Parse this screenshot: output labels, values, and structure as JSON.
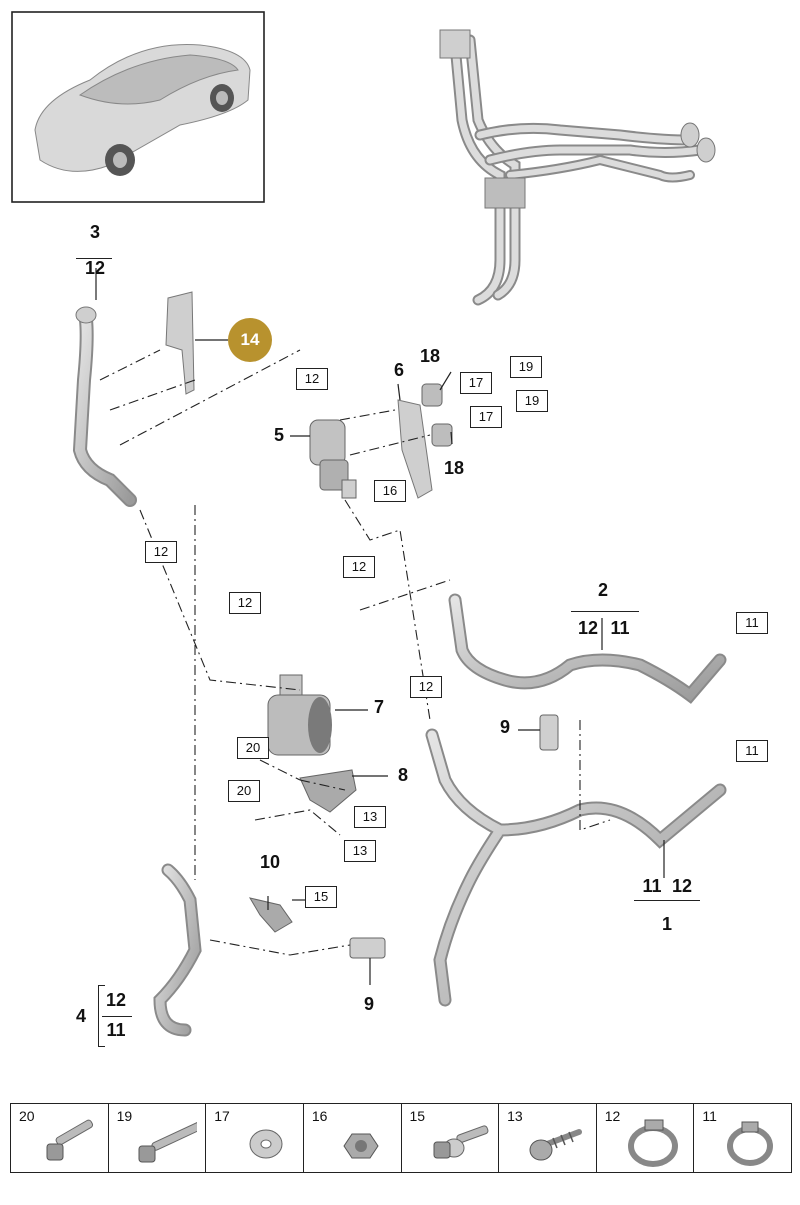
{
  "callouts": {
    "c3": "3",
    "c3_sub": "12",
    "c14": "14",
    "c5": "5",
    "c5_box": "12",
    "c6": "6",
    "c18a": "18",
    "c18b": "18",
    "c17a": "17",
    "c17b": "17",
    "c19a": "19",
    "c19b": "19",
    "c16": "16",
    "c12_left": "12",
    "c12_mid": "12",
    "c12_hose5": "12",
    "c12_right": "12",
    "c2": "2",
    "c2_a": "12",
    "c2_b": "11",
    "c11_top": "11",
    "c11_mid": "11",
    "c7": "7",
    "c20a": "20",
    "c20b": "20",
    "c8": "8",
    "c13a": "13",
    "c13b": "13",
    "c9_mid": "9",
    "c1": "1",
    "c1_a": "11",
    "c1_b": "12",
    "c10": "10",
    "c15": "15",
    "c9_low": "9",
    "c4": "4",
    "c4_a": "12",
    "c4_b": "11"
  },
  "legend": [
    {
      "num": "20",
      "icon": "bolt-small-icon"
    },
    {
      "num": "19",
      "icon": "bolt-long-icon"
    },
    {
      "num": "17",
      "icon": "washer-icon"
    },
    {
      "num": "16",
      "icon": "hex-nut-icon"
    },
    {
      "num": "15",
      "icon": "bolt-with-washer-icon"
    },
    {
      "num": "13",
      "icon": "screw-icon"
    },
    {
      "num": "12",
      "icon": "hose-clamp-icon"
    },
    {
      "num": "11",
      "icon": "hose-clamp-icon"
    }
  ],
  "colors": {
    "accent": "#b8922e",
    "part": "#c8c8c8",
    "line": "#222222"
  }
}
